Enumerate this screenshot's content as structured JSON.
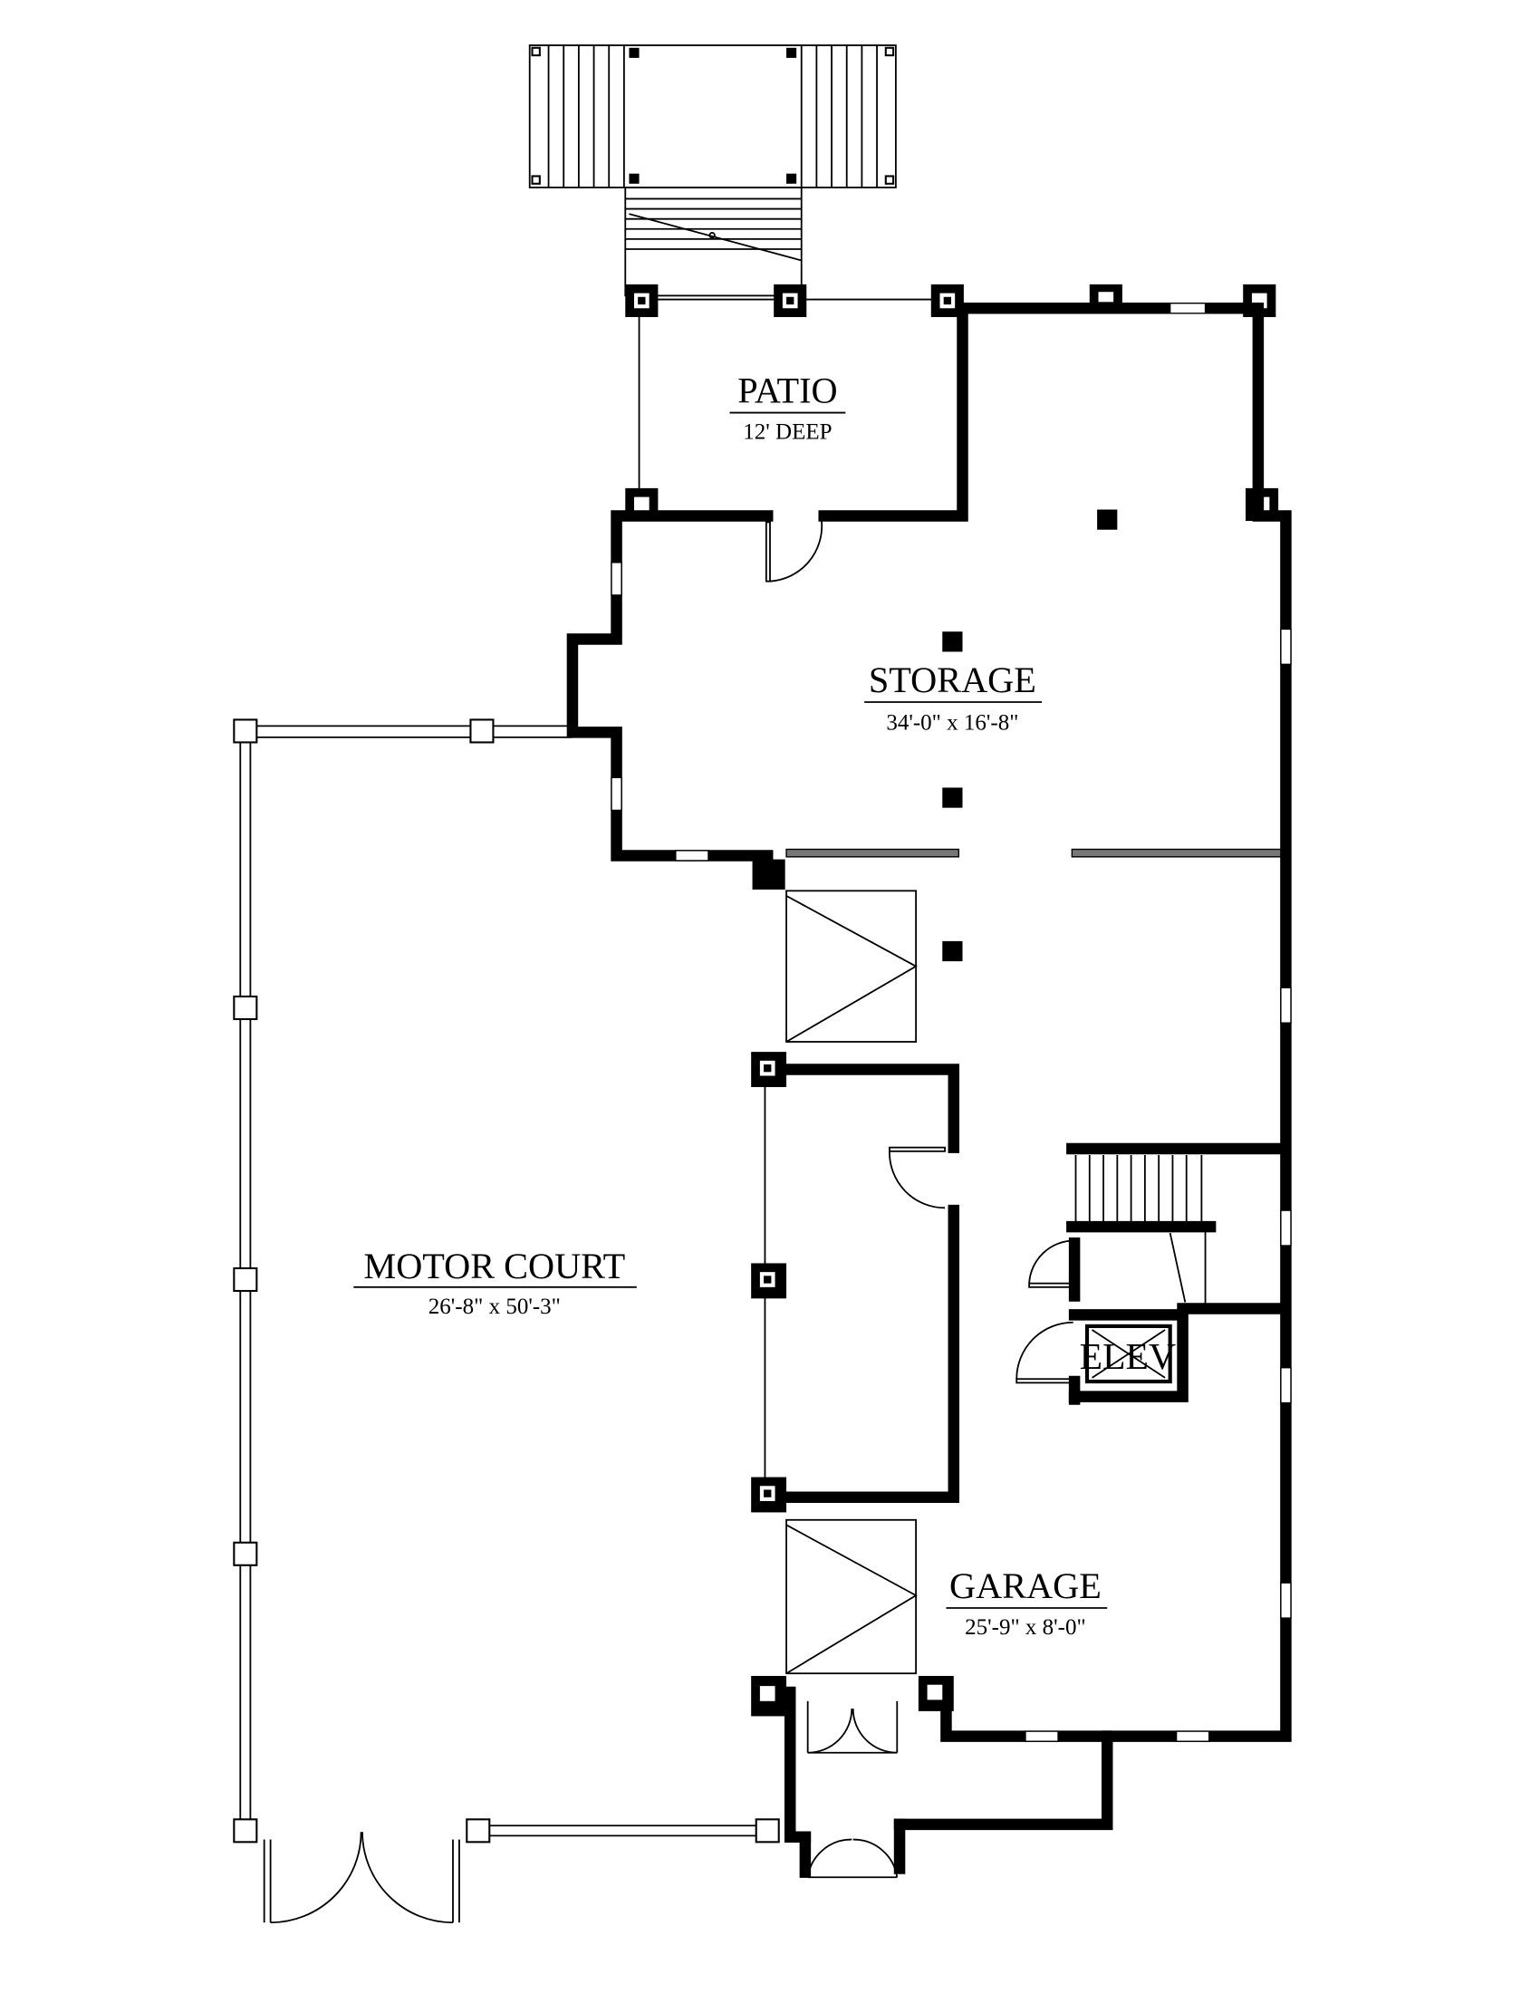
{
  "rooms": {
    "patio": {
      "name": "PATIO",
      "dim": "12' DEEP"
    },
    "storage": {
      "name": "STORAGE",
      "dim": "34'-0\" x 16'-8\""
    },
    "motor_court": {
      "name": "MOTOR COURT",
      "dim": "26'-8\" x 50'-3\""
    },
    "garage": {
      "name": "GARAGE",
      "dim": "25'-9\" x 8'-0\""
    },
    "elevator": {
      "name": "ELEV"
    }
  },
  "colors": {
    "line": "#000000",
    "background": "#ffffff",
    "hatch": "#777777"
  }
}
